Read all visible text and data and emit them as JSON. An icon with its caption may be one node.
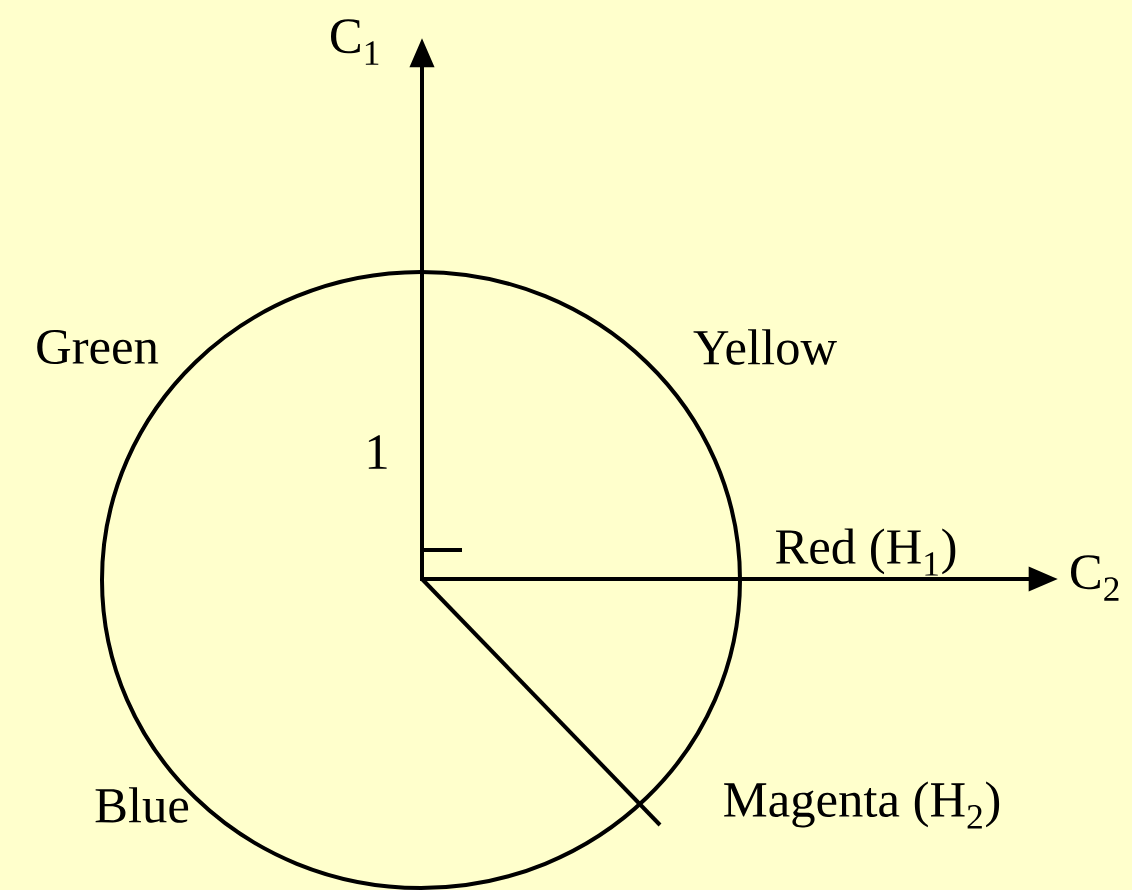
{
  "diagram": {
    "labels": [
      "C$_{1}$",
      "Green",
      "Yellow",
      "1",
      "Red (H$_{1}$)",
      "C$_{2}$",
      "Blue",
      "Magenta (H$_{2}$)"
    ]
  }
}
